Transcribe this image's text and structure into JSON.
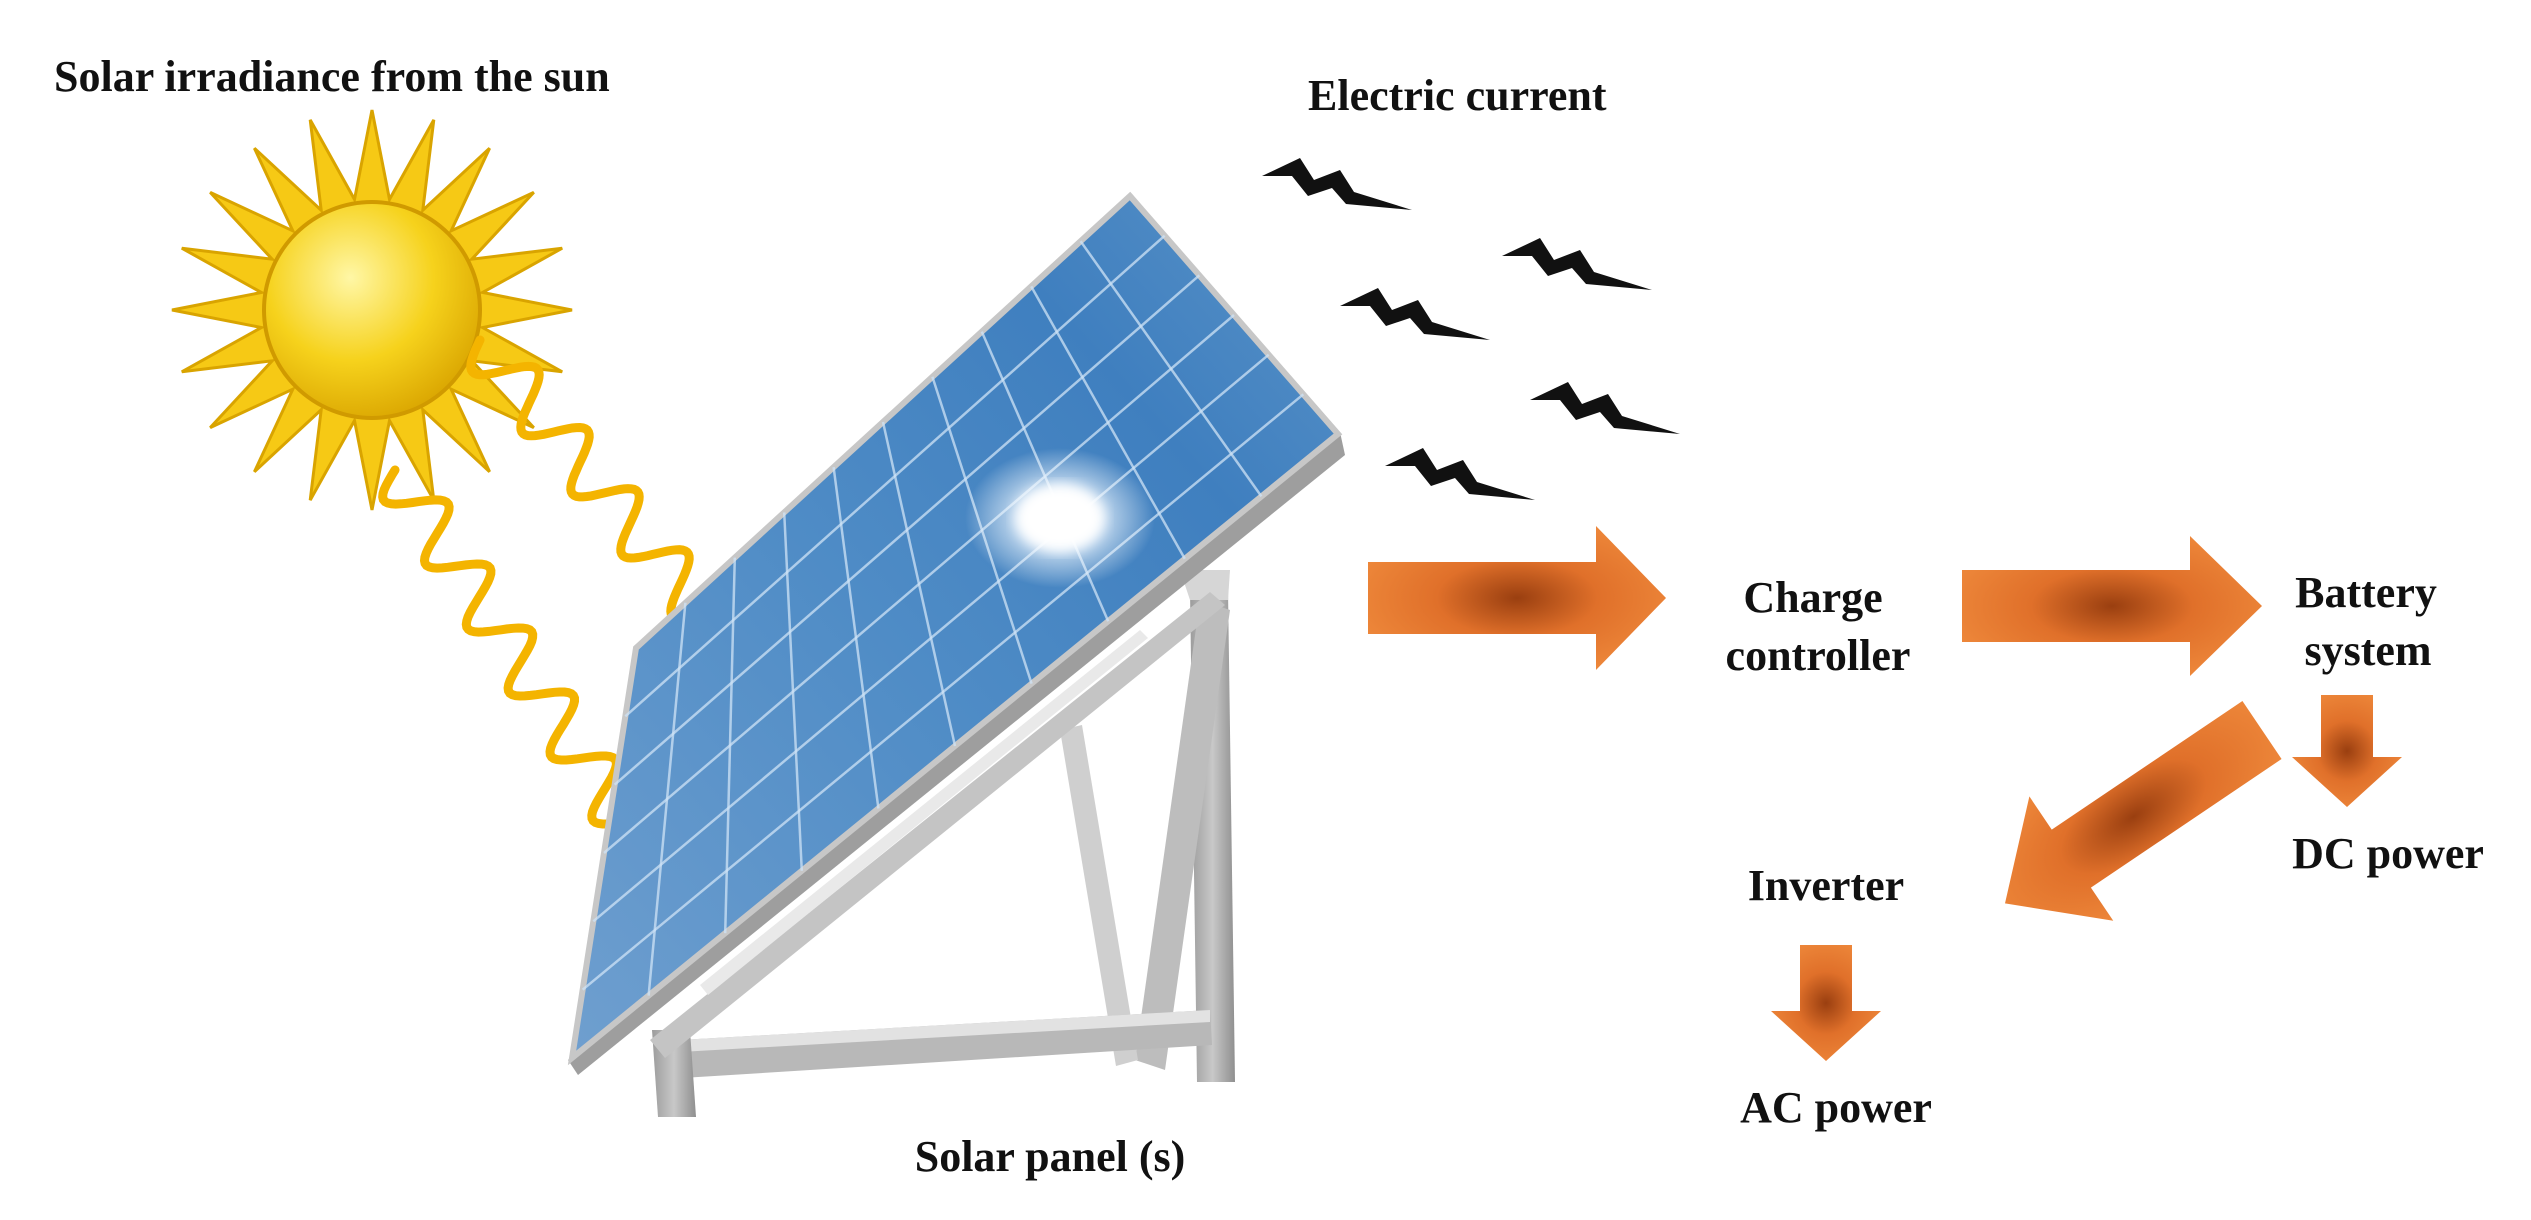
{
  "labels": {
    "sun": "Solar irradiance from the sun",
    "current": "Electric current",
    "panel": "Solar panel (s)",
    "charge_line1": "Charge",
    "charge_line2": "controller",
    "battery_line1": "Battery",
    "battery_line2": "system",
    "dc": "DC power",
    "inverter": "Inverter",
    "ac": "AC power"
  },
  "colors": {
    "arrow": "#e8772e",
    "arrow_dark": "#9a3f10",
    "sun": "#f6d21c",
    "ray": "#f4b400",
    "panel": "#5a93c8",
    "frame": "#a9a9a9",
    "bolt": "#111111"
  }
}
